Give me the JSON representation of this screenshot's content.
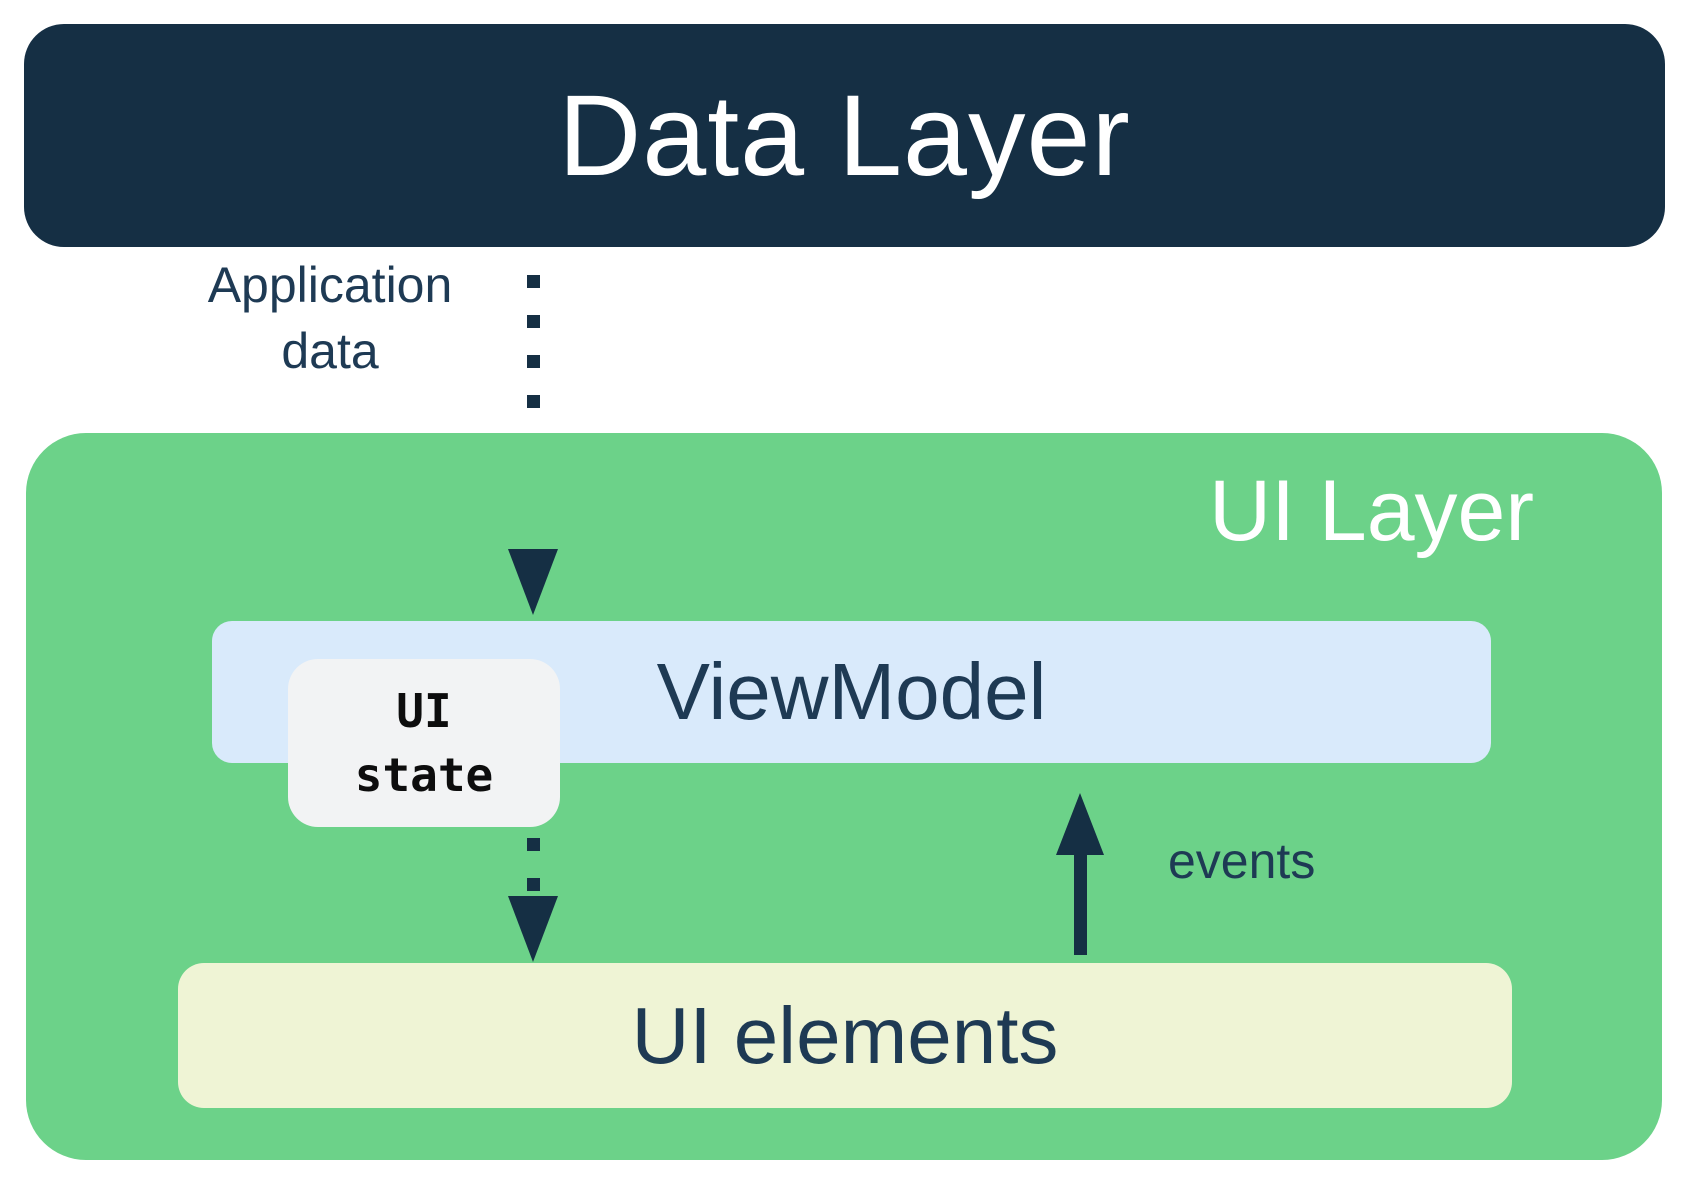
{
  "colors": {
    "navy": "#152F44",
    "text_navy": "#1E3A54",
    "green": "#6CD289",
    "light_blue": "#D9EAFB",
    "cream": "#EFF4D5",
    "gray": "#F2F3F4",
    "black": "#0D0D0D",
    "white": "#FFFFFF"
  },
  "data_layer": {
    "label": "Data Layer"
  },
  "ui_layer": {
    "label": "UI Layer"
  },
  "viewmodel": {
    "label": "ViewModel"
  },
  "ui_state": {
    "lines": [
      "UI",
      "state"
    ]
  },
  "ui_elements": {
    "label": "UI elements"
  },
  "arrows": {
    "application_data": {
      "lines": [
        "Application",
        "data"
      ]
    },
    "events": {
      "label": "events"
    }
  }
}
